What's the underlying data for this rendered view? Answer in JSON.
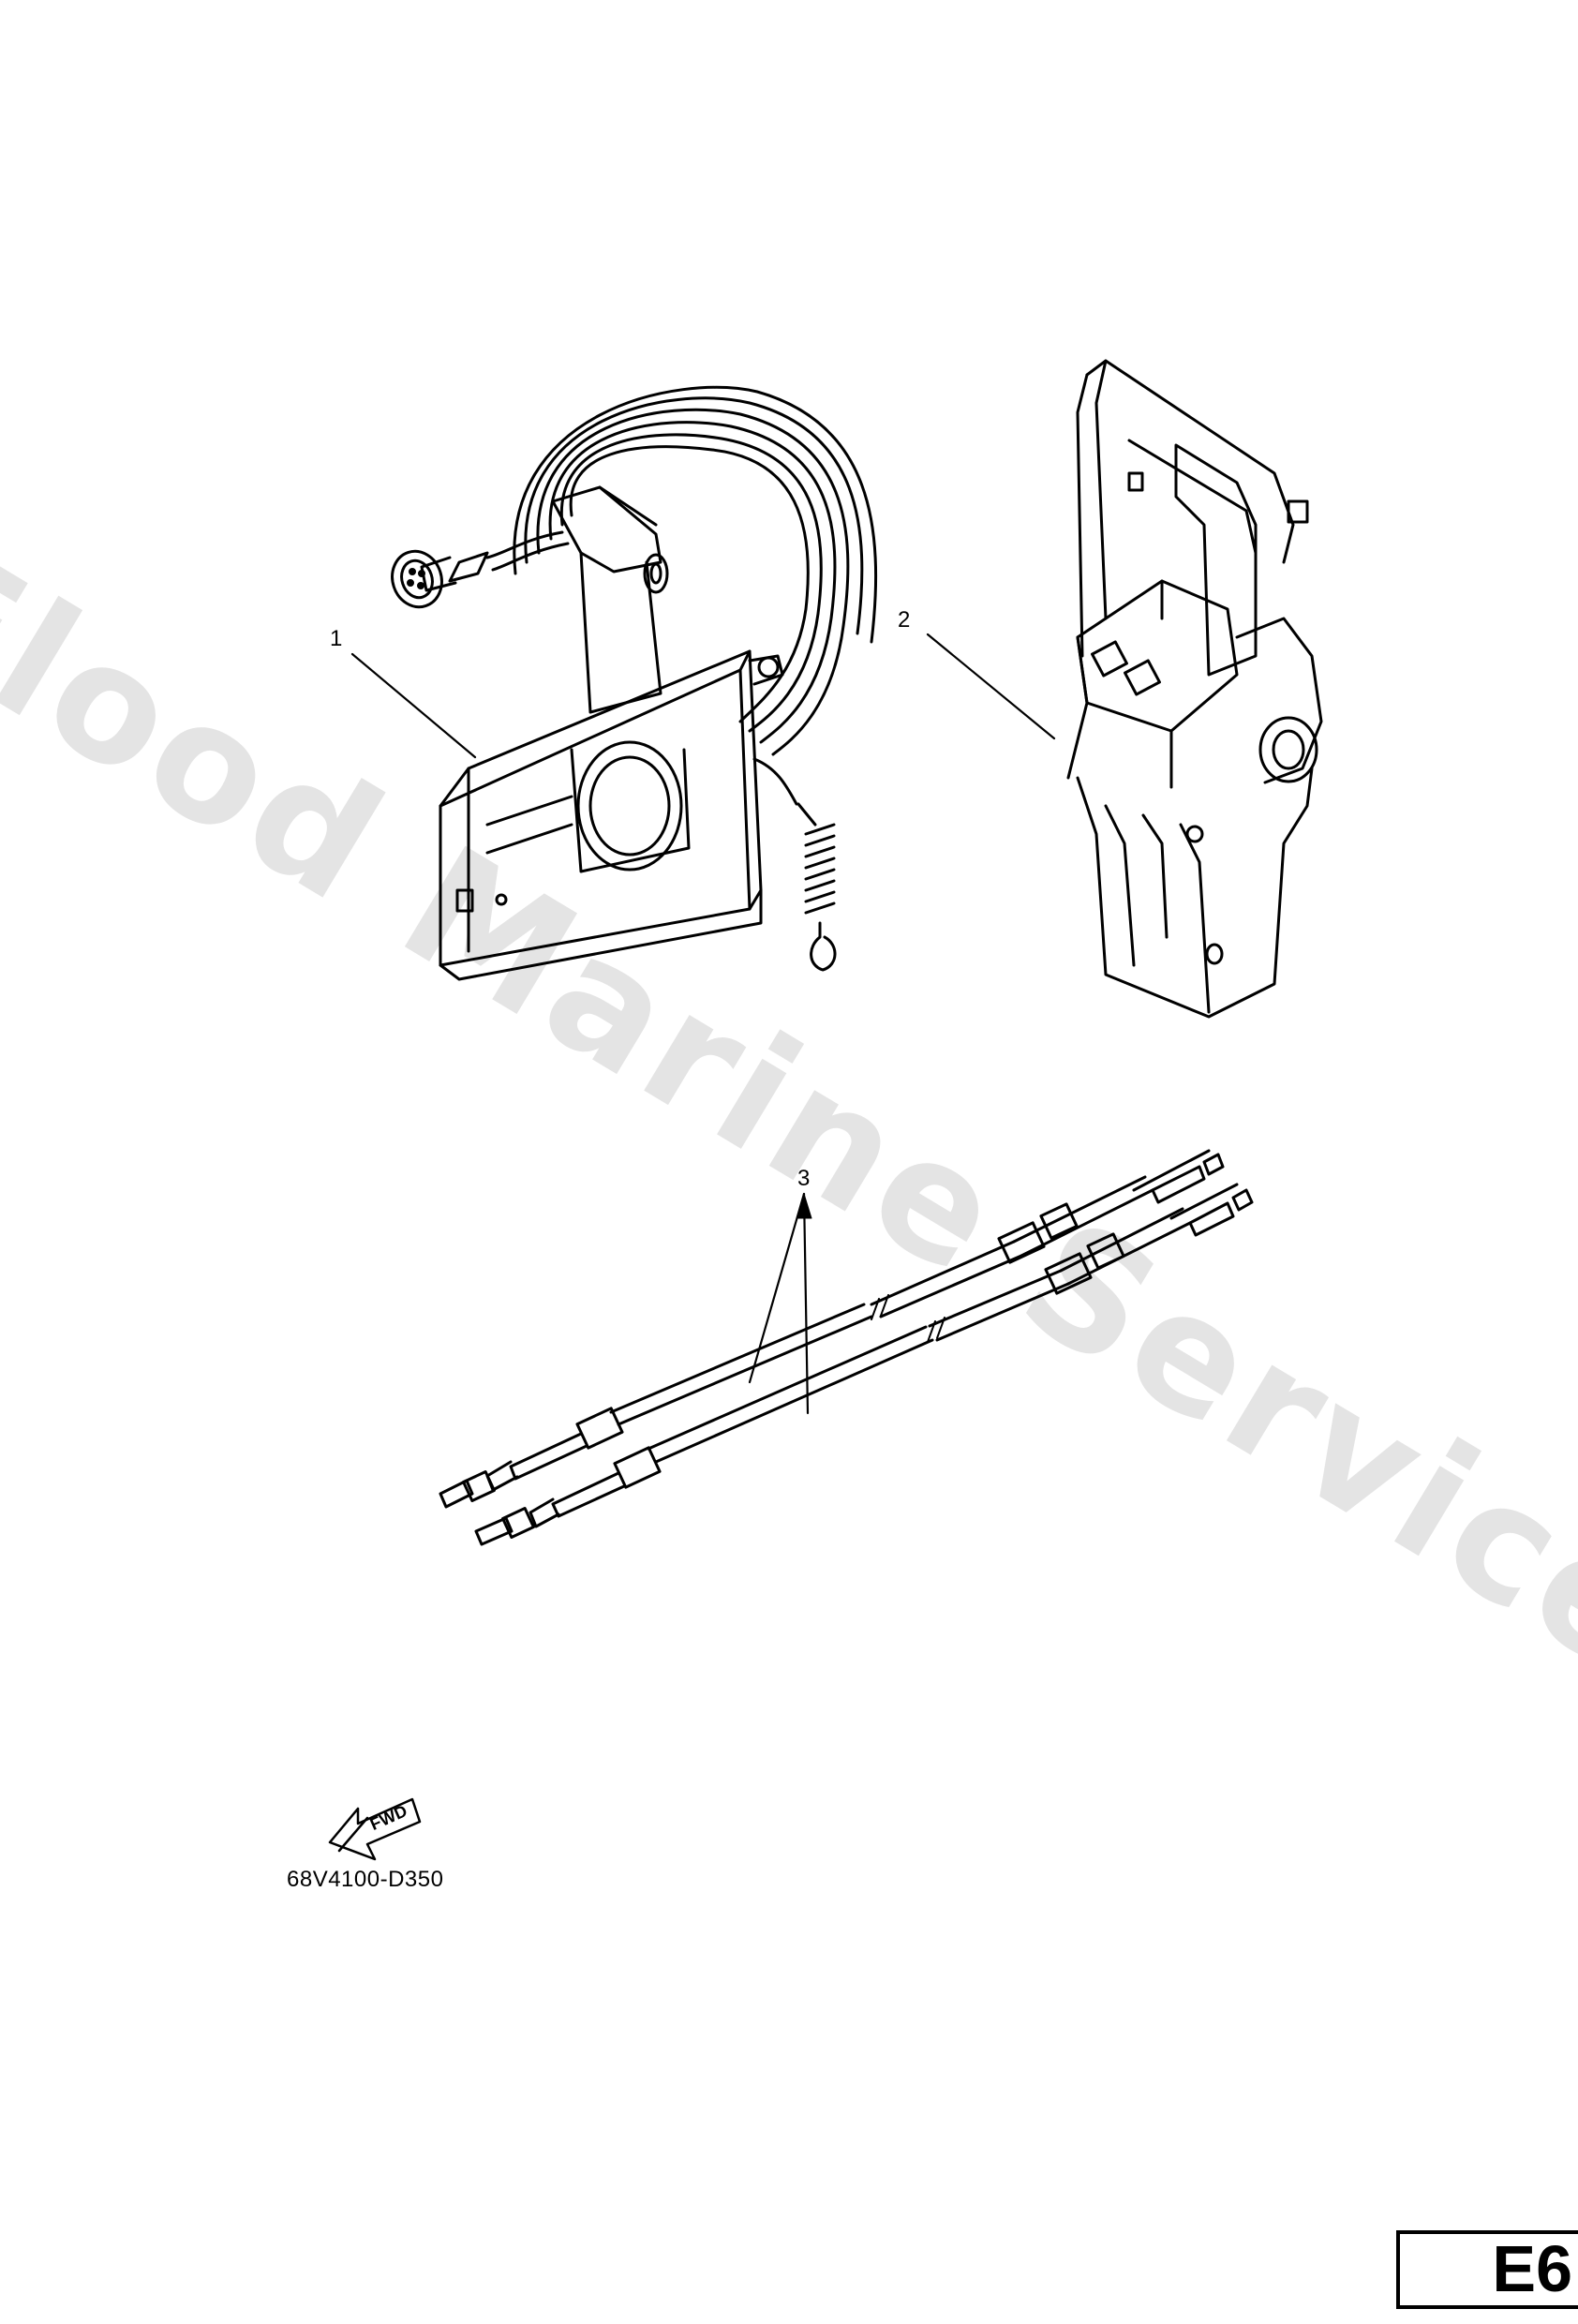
{
  "watermark": "Flood Marine Services",
  "callouts": [
    "1",
    "2",
    "3"
  ],
  "direction_label": "FWD",
  "part_code": "68V4100-D350",
  "page_id": "E6",
  "colors": {
    "line": "#000000",
    "watermark": "#e4e4e4",
    "background": "#ffffff"
  }
}
